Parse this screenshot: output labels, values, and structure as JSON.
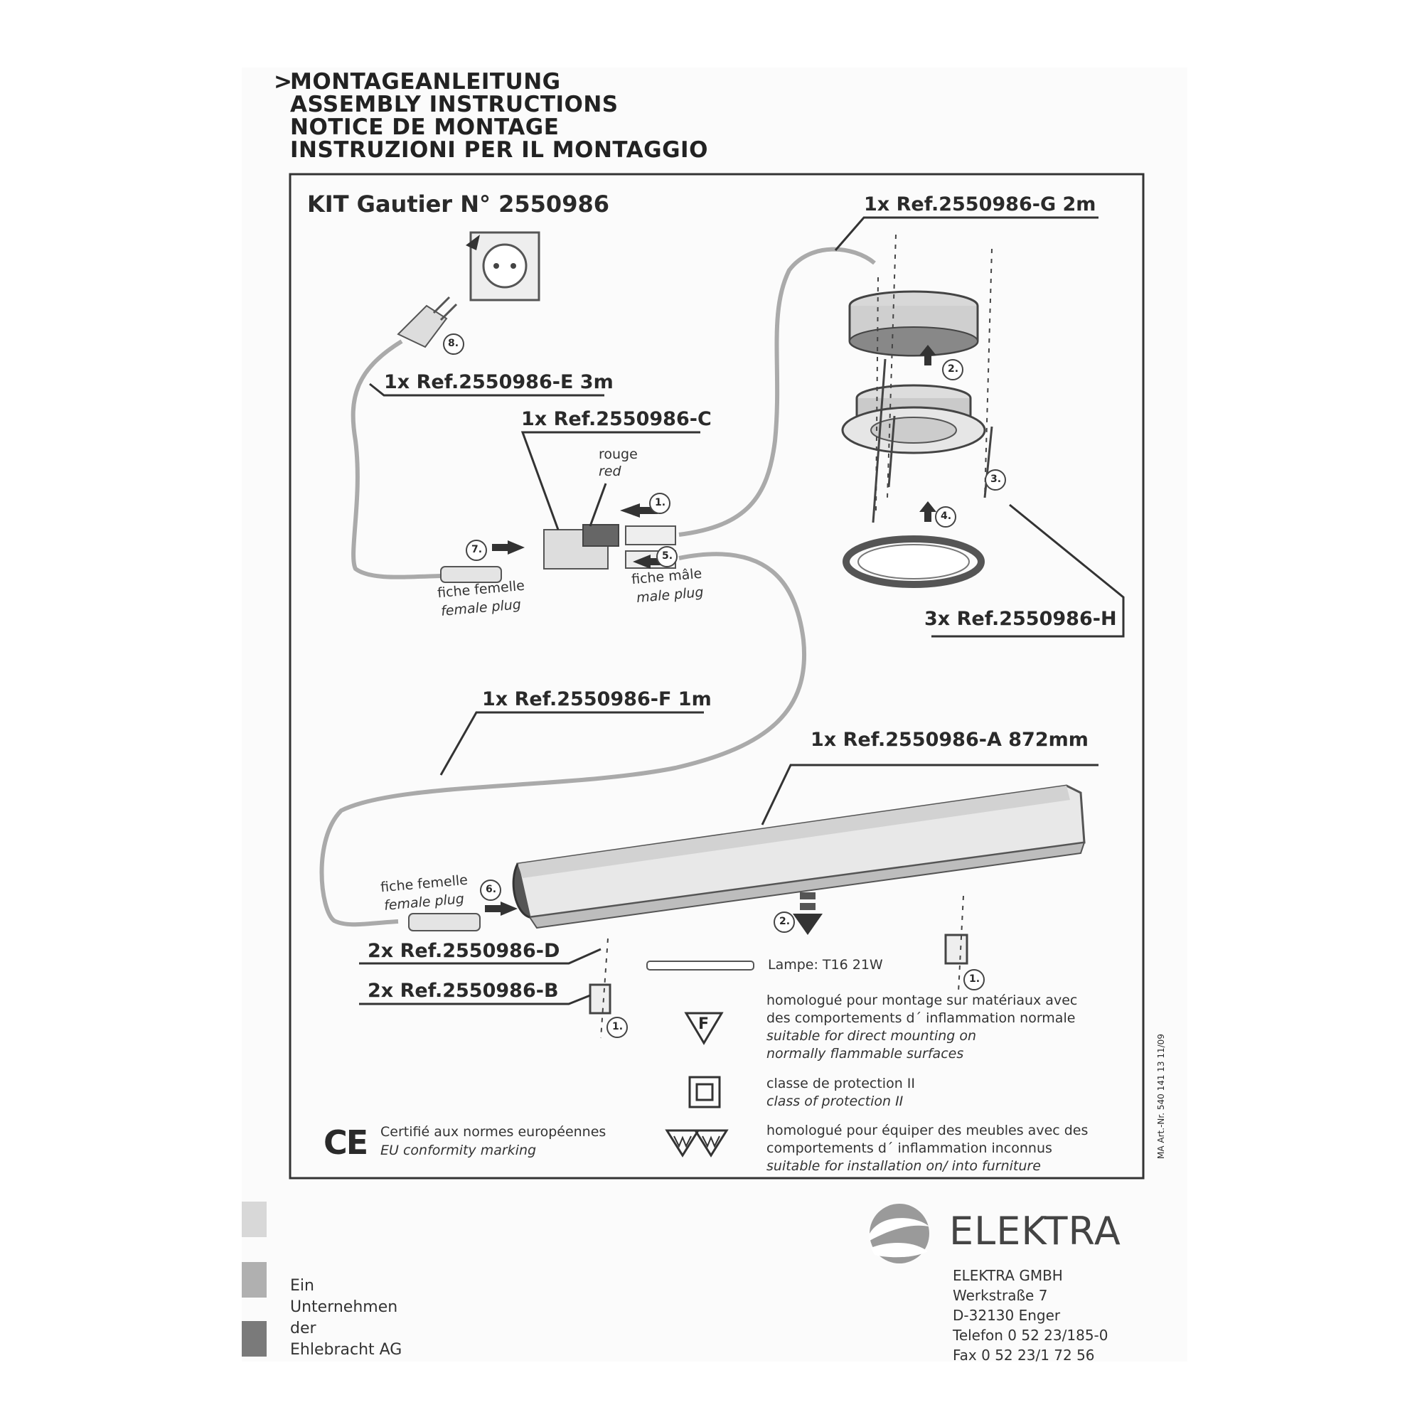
{
  "header": {
    "marker": ">",
    "titles": [
      "MONTAGEANLEITUNG",
      "ASSEMBLY INSTRUCTIONS",
      "NOTICE DE MONTAGE",
      "INSTRUZIONI PER IL MONTAGGIO"
    ]
  },
  "kit": {
    "title": "KIT Gautier N° 2550986"
  },
  "refs": {
    "g": "1x Ref.2550986-G  2m",
    "e": "1x Ref.2550986-E  3m",
    "c": "1x Ref.2550986-C",
    "h": "3x Ref.2550986-H",
    "f": "1x Ref.2550986-F  1m",
    "a": "1x Ref.2550986-A  872mm",
    "d": "2x Ref.2550986-D",
    "b": "2x Ref.2550986-B"
  },
  "labels": {
    "rouge": "rouge",
    "red": "red",
    "fiche_femelle": "fiche femelle",
    "female_plug": "female plug",
    "fiche_male": "fiche mâle",
    "male_plug": "male plug",
    "fiche_femelle_2": "fiche femelle",
    "female_plug_2": "female plug"
  },
  "steps": [
    "8.",
    "2.",
    "1.",
    "3.",
    "7.",
    "5.",
    "4.",
    "6.",
    "2.",
    "1.",
    "1."
  ],
  "lamp": "Lampe: T16   21W",
  "notes": {
    "f_fr1": "homologué pour montage sur matériaux avec",
    "f_fr2": "des comportements d´ inflammation normale",
    "f_en1": "suitable for direct mounting on",
    "f_en2": "normally flammable surfaces",
    "cl_fr": "classe de protection II",
    "cl_en": "class of protection II",
    "ce_fr": "Certifié aux normes européennes",
    "ce_en": "EU conformity marking",
    "ww_fr1": "homologué pour équiper des meubles avec des",
    "ww_fr2": "comportements d´ inflammation inconnus",
    "ww_en": "suitable for installation on/ into furniture"
  },
  "symbols": {
    "ce": "CE",
    "f": "F"
  },
  "side_code": "MA Art.-Nr. 540 141 13  11/09",
  "footer": {
    "brand": "ELEKTRA",
    "company": "ELEKTRA GMBH",
    "street": "Werkstraße 7",
    "city": "D-32130 Enger",
    "phone": "Telefon 0 52 23/185-0",
    "fax": "Fax 0 52 23/1 72 56",
    "group": [
      "Ein",
      "Unternehmen",
      "der",
      "Ehlebracht AG"
    ]
  },
  "colors": {
    "ink": "#2a2a2a",
    "gray_light": "#d8d8d8",
    "gray_mid": "#b0b0b0",
    "gray_dark": "#7a7a7a"
  }
}
